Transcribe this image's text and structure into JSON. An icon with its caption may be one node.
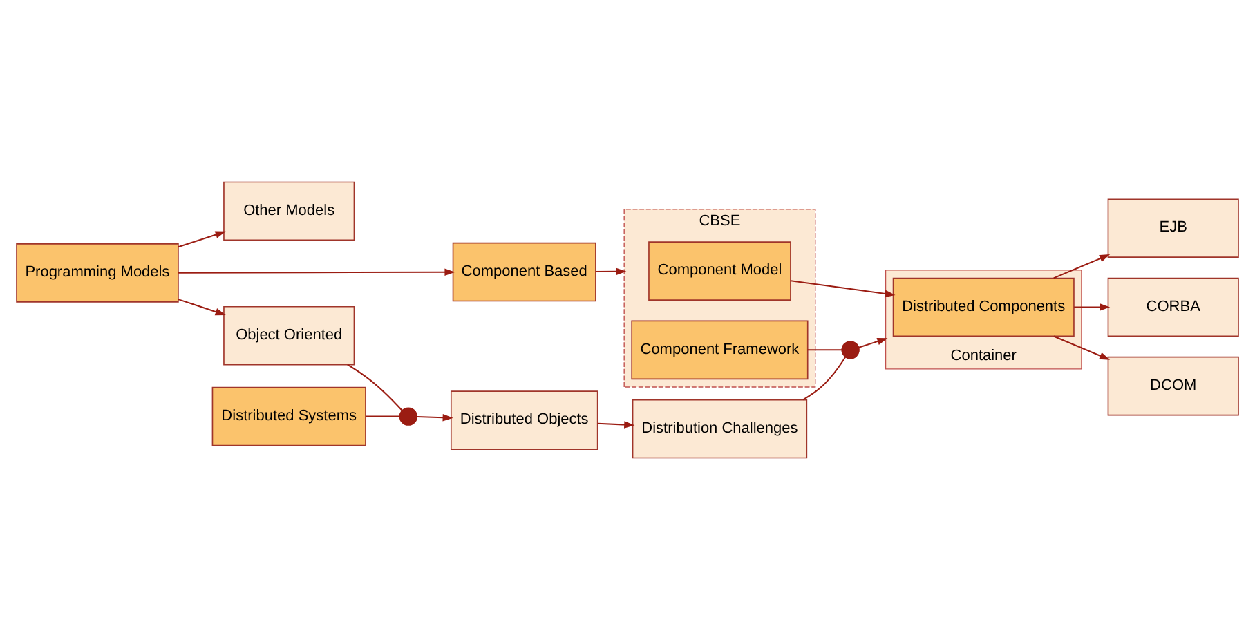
{
  "diagram": {
    "nodes": [
      {
        "text": [
          "Programming Models"
        ]
      },
      {
        "text": [
          "Other Models"
        ]
      },
      {
        "text": [
          "Component Based"
        ]
      },
      {
        "text": [
          "Object Oriented"
        ]
      },
      {
        "text": [
          "CBSE"
        ]
      },
      {
        "text": [
          "Component Model"
        ],
        "in": 4
      },
      {
        "text": [
          "Component Framework"
        ],
        "in": 4
      },
      {
        "text": [
          "Distributed Systems"
        ]
      },
      {
        "text": [
          "Container"
        ]
      },
      {
        "text": [
          "Distributed Components"
        ],
        "in": 8
      },
      {
        "text": [
          "EJB"
        ]
      },
      {
        "text": [
          "CORBA"
        ]
      },
      {
        "text": [
          "DCOM"
        ]
      },
      {
        "text": [
          "Distributed Objects"
        ]
      },
      {
        "text": [
          "Distribution Challenges"
        ]
      },
      {
        "text": [],
        "shape": "circle"
      },
      {
        "text": [],
        "shape": "circle"
      }
    ],
    "edges": [
      {
        "from": 0,
        "to": 1,
        "arrow": "to"
      },
      {
        "from": 0,
        "to": 2,
        "arrow": "to"
      },
      {
        "from": 0,
        "to": 3,
        "arrow": "to"
      },
      {
        "from": 2,
        "to": 4,
        "arrow": "to"
      },
      {
        "from": 5,
        "to": 9,
        "arrow": "to"
      },
      {
        "from": 3,
        "to": 15,
        "arrow": "none"
      },
      {
        "from": 7,
        "to": 15,
        "arrow": "none"
      },
      {
        "from": 15,
        "to": 13,
        "arrow": "to"
      },
      {
        "from": 13,
        "to": 14,
        "arrow": "to"
      },
      {
        "from": 6,
        "to": 16,
        "arrow": "none"
      },
      {
        "from": 14,
        "to": 16,
        "arrow": "none"
      },
      {
        "from": 16,
        "to": 8,
        "arrow": "to"
      },
      {
        "from": 9,
        "to": 10,
        "arrow": "to"
      },
      {
        "from": 9,
        "to": 11,
        "arrow": "to"
      },
      {
        "from": 9,
        "to": 12,
        "arrow": "to"
      }
    ]
  }
}
